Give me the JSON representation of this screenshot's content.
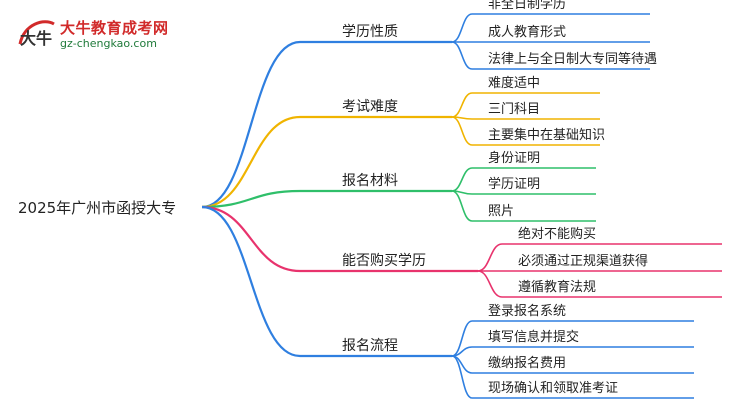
{
  "logo": {
    "title": "大牛教育成考网",
    "url": "gz-chengkao.com",
    "mark_text": "大牛"
  },
  "root": {
    "label": "2025年广州市函授大专"
  },
  "branches": [
    {
      "label": "学历性质",
      "color": "#2f7fe0",
      "children": [
        "非全日制学历",
        "成人教育形式",
        "法律上与全日制大专同等待遇"
      ]
    },
    {
      "label": "考试难度",
      "color": "#f0b400",
      "children": [
        "难度适中",
        "三门科目",
        "主要集中在基础知识"
      ]
    },
    {
      "label": "报名材料",
      "color": "#2fbf6a",
      "children": [
        "身份证明",
        "学历证明",
        "照片"
      ]
    },
    {
      "label": "能否购买学历",
      "color": "#e8336d",
      "children": [
        "绝对不能购买",
        "必须通过正规渠道获得",
        "遵循教育法规"
      ]
    },
    {
      "label": "报名流程",
      "color": "#2f7fe0",
      "children": [
        "登录报名系统",
        "填写信息并提交",
        "缴纳报名费用",
        "现场确认和领取准考证"
      ]
    }
  ]
}
